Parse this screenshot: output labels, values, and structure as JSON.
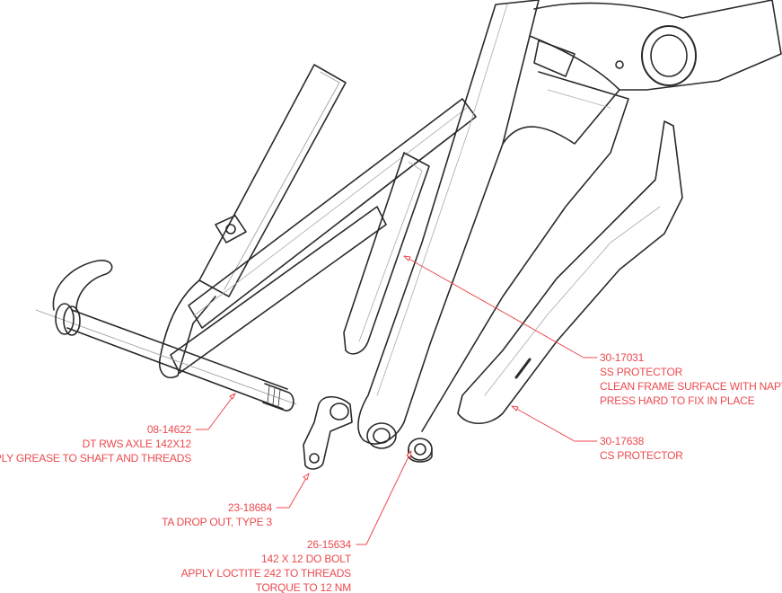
{
  "colors": {
    "callout": "#ec4a4f",
    "linework": "#2a2a2a"
  },
  "callouts": [
    {
      "part_number": "08-14622",
      "lines": [
        "DT RWS AXLE 142X12",
        "APPLY GREASE TO SHAFT AND THREADS"
      ]
    },
    {
      "part_number": "23-18684",
      "lines": [
        "TA DROP OUT, TYPE 3"
      ]
    },
    {
      "part_number": "26-15634",
      "lines": [
        "142 X 12 DO BOLT",
        "APPLY LOCTITE 242 TO THREADS",
        "TORQUE TO 12 NM"
      ]
    },
    {
      "part_number": "30-17031",
      "lines": [
        "SS PROTECTOR",
        "CLEAN FRAME SURFACE WITH NAPTHA",
        "PRESS HARD TO FIX IN PLACE"
      ]
    },
    {
      "part_number": "30-17638",
      "lines": [
        "CS PROTECTOR"
      ]
    }
  ]
}
